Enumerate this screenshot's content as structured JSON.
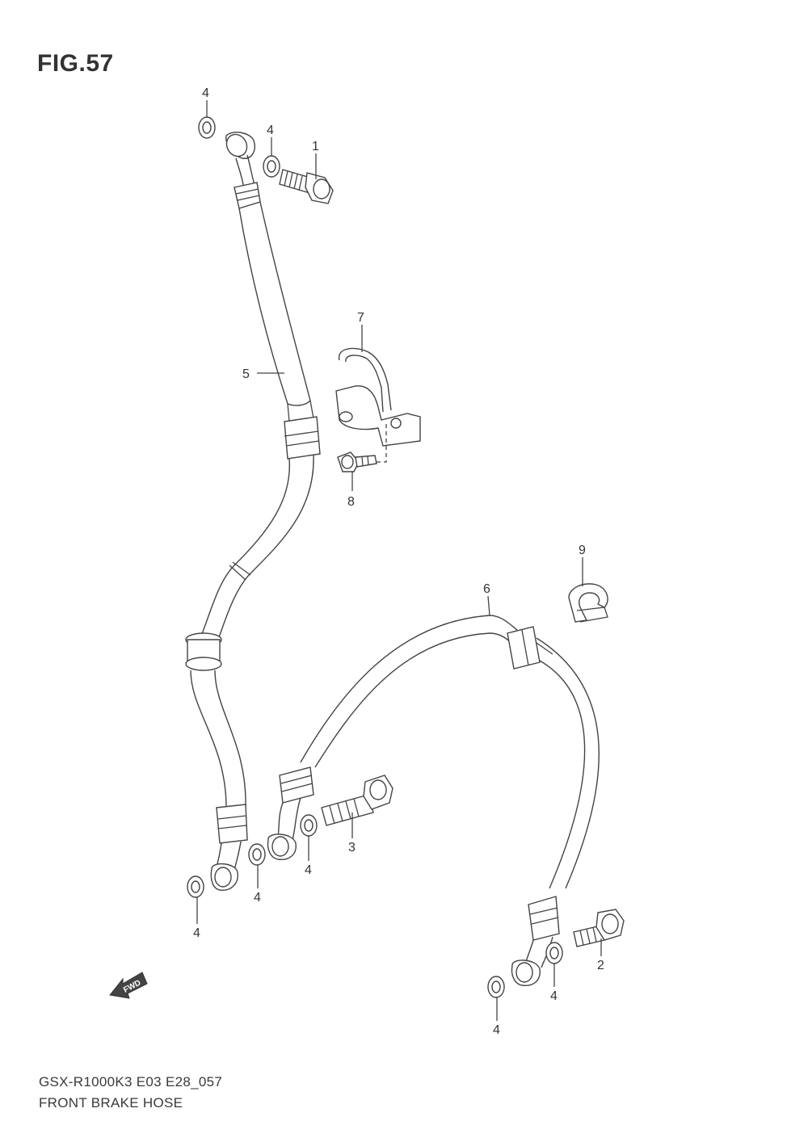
{
  "figure": {
    "title": "FIG.57",
    "model_code": "GSX-R1000K3 E03 E28_057",
    "name": "FRONT BRAKE HOSE"
  },
  "callouts": [
    {
      "id": "c1",
      "label": "1"
    },
    {
      "id": "c2",
      "label": "2"
    },
    {
      "id": "c3",
      "label": "3"
    },
    {
      "id": "c4a",
      "label": "4"
    },
    {
      "id": "c4b",
      "label": "4"
    },
    {
      "id": "c4c",
      "label": "4"
    },
    {
      "id": "c4d",
      "label": "4"
    },
    {
      "id": "c4e",
      "label": "4"
    },
    {
      "id": "c4f",
      "label": "4"
    },
    {
      "id": "c4g",
      "label": "4"
    },
    {
      "id": "c5",
      "label": "5"
    },
    {
      "id": "c6",
      "label": "6"
    },
    {
      "id": "c7",
      "label": "7"
    },
    {
      "id": "c8",
      "label": "8"
    },
    {
      "id": "c9",
      "label": "9"
    }
  ],
  "direction_marker": {
    "label": "FWD"
  }
}
